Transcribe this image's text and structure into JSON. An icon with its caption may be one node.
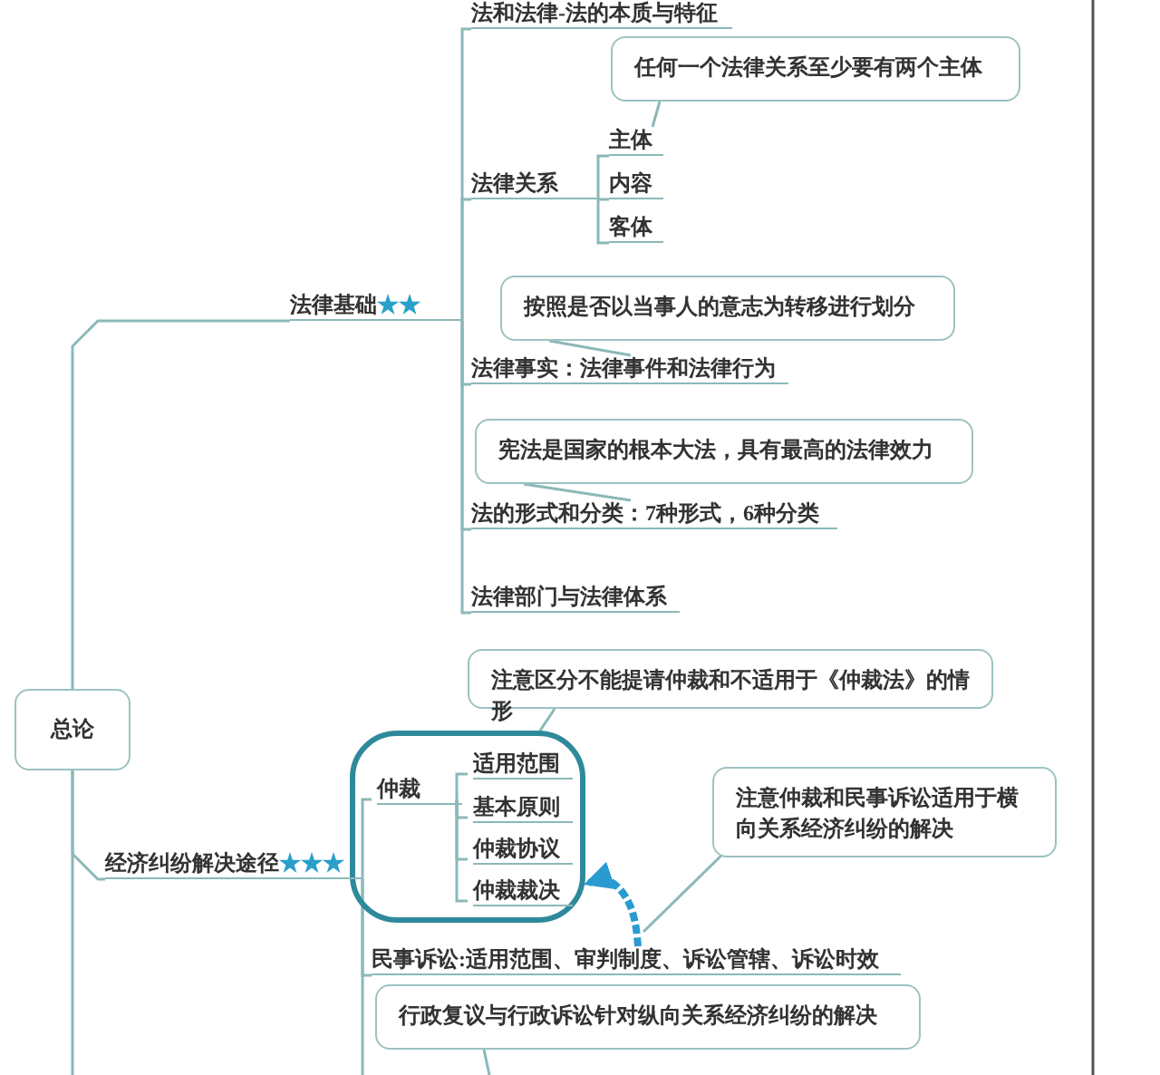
{
  "diagram": {
    "nodes": [
      {
        "text": [
          "法和法律-法的本质与特征"
        ]
      },
      {
        "text": [
          "任何一个法律关系至少要有两个主体"
        ]
      },
      {
        "text": [
          "主体"
        ]
      },
      {
        "text": [
          "法律关系"
        ]
      },
      {
        "text": [
          "内容"
        ]
      },
      {
        "text": [
          "客体"
        ]
      },
      {
        "text": [
          "法律基础",
          "★★"
        ]
      },
      {
        "text": [
          "按照是否以当事人的意志为转移进行划分"
        ]
      },
      {
        "text": [
          "法律事实：法律事件和法律行为"
        ]
      },
      {
        "text": [
          "宪法是国家的根本大法，具有最高的法律效力"
        ]
      },
      {
        "text": [
          "法的形式和分类：7种形式，6种分类"
        ]
      },
      {
        "text": [
          "法律部门与法律体系"
        ]
      },
      {
        "text": [
          "注意区分不能提请仲裁和不适用于《仲裁法》的情形"
        ]
      },
      {
        "text": [
          "总论"
        ]
      },
      {
        "text": [],
        "shape": "box"
      },
      {
        "text": [
          "仲裁"
        ],
        "in": 14
      },
      {
        "text": [
          "适用范围"
        ],
        "in": 14
      },
      {
        "text": [
          "基本原则"
        ],
        "in": 14
      },
      {
        "text": [
          "仲裁协议"
        ],
        "in": 14
      },
      {
        "text": [
          "仲裁裁决"
        ],
        "in": 14
      },
      {
        "text": [
          "注意仲裁和民事诉讼适用于横向关系经济纠纷的解决"
        ]
      },
      {
        "text": [
          "经济纠纷解决途径",
          "★★★"
        ]
      },
      {
        "text": [
          "民事诉讼:适用范围、审判制度、诉讼管辖、诉讼时效"
        ]
      },
      {
        "text": [
          "行政复议与行政诉讼针对纵向关系经济纠纷的解决"
        ]
      }
    ],
    "edges": [
      {
        "from": 13,
        "to": 6,
        "arrow": "none"
      },
      {
        "from": 13,
        "to": 21,
        "arrow": "none"
      },
      {
        "from": 13,
        "to": null,
        "arrow": "none"
      },
      {
        "from": 6,
        "to": 0,
        "arrow": "none"
      },
      {
        "from": 6,
        "to": 3,
        "arrow": "none"
      },
      {
        "from": 6,
        "to": 8,
        "arrow": "none"
      },
      {
        "from": 6,
        "to": 10,
        "arrow": "none"
      },
      {
        "from": 6,
        "to": 11,
        "arrow": "none"
      },
      {
        "from": 3,
        "to": 2,
        "arrow": "none"
      },
      {
        "from": 3,
        "to": 4,
        "arrow": "none"
      },
      {
        "from": 3,
        "to": 5,
        "arrow": "none"
      },
      {
        "from": 21,
        "to": 15,
        "arrow": "none"
      },
      {
        "from": 21,
        "to": 22,
        "arrow": "none"
      },
      {
        "from": 21,
        "to": null,
        "arrow": "none"
      },
      {
        "from": 15,
        "to": 16,
        "arrow": "none"
      },
      {
        "from": 15,
        "to": 17,
        "arrow": "none"
      },
      {
        "from": 15,
        "to": 18,
        "arrow": "none"
      },
      {
        "from": 15,
        "to": 19,
        "arrow": "none"
      },
      {
        "from": 1,
        "to": 2,
        "arrow": "none"
      },
      {
        "from": 7,
        "to": 8,
        "arrow": "none"
      },
      {
        "from": 9,
        "to": 10,
        "arrow": "none"
      },
      {
        "from": 12,
        "to": 14,
        "arrow": "none"
      },
      {
        "from": 20,
        "to": 22,
        "arrow": "none"
      },
      {
        "from": 23,
        "to": null,
        "arrow": "none"
      },
      {
        "from": 22,
        "to": 14,
        "arrow": "to",
        "style": "dashed",
        "color": "#2a9bd0"
      }
    ]
  }
}
